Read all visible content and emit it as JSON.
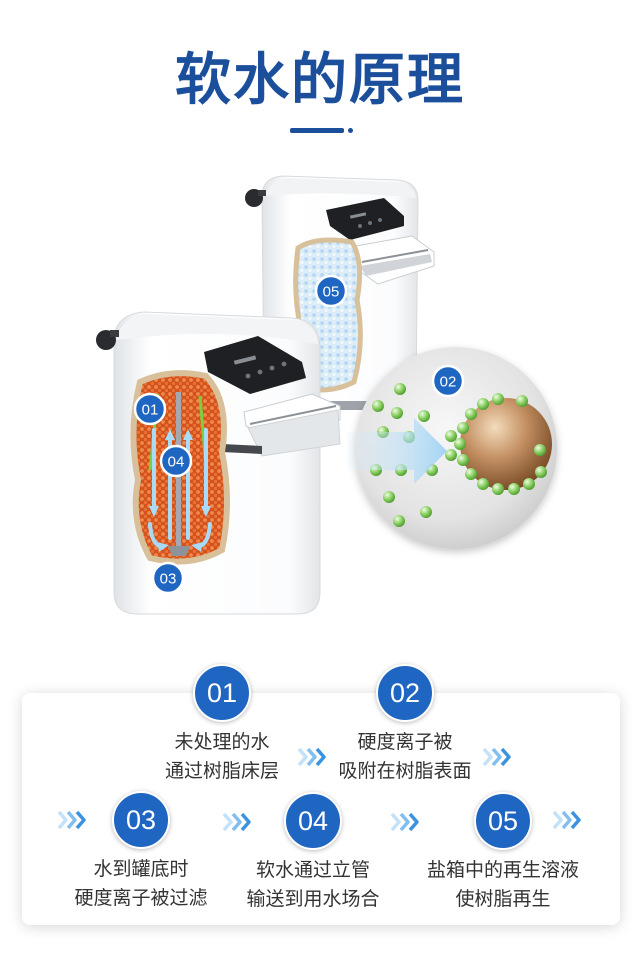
{
  "page": {
    "title": "软水的原理"
  },
  "diagram": {
    "markers": {
      "m01": "01",
      "m02": "02",
      "m03": "03",
      "m04": "04",
      "m05": "05"
    }
  },
  "steps": [
    {
      "number": "01",
      "line1": "未处理的水",
      "line2": "通过树脂床层"
    },
    {
      "number": "02",
      "line1": "硬度离子被",
      "line2": "吸附在树脂表面"
    },
    {
      "number": "03",
      "line1": "水到罐底时",
      "line2": "硬度离子被过滤"
    },
    {
      "number": "04",
      "line1": "软水通过立管",
      "line2": "输送到用水场合"
    },
    {
      "number": "05",
      "line1": "盐箱中的再生溶液",
      "line2": "使树脂再生"
    }
  ],
  "icons": {
    "step_arrow": "triple-chevron-right-icon"
  },
  "colors": {
    "title": "#1b4f9c",
    "badge": "#1f66c2",
    "chevron": "#3d92e0",
    "resin": "#d4521c",
    "salt": "#dcedf8",
    "ion": "#93d56e",
    "bead": "#c49063",
    "flow": "#9cd4f6"
  }
}
